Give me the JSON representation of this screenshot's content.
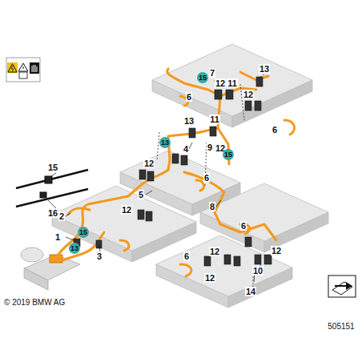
{
  "diagram": {
    "labels": [
      "15",
      "7",
      "12",
      "11",
      "13",
      "12",
      "6",
      "13",
      "11",
      "6",
      "13",
      "4",
      "9",
      "12",
      "15",
      "15",
      "12",
      "6",
      "5",
      "12",
      "8",
      "16",
      "2",
      "6",
      "15",
      "1",
      "13",
      "12",
      "3",
      "6",
      "12",
      "10",
      "12",
      "14",
      "© 2019 BMW AG",
      "505151"
    ]
  }
}
